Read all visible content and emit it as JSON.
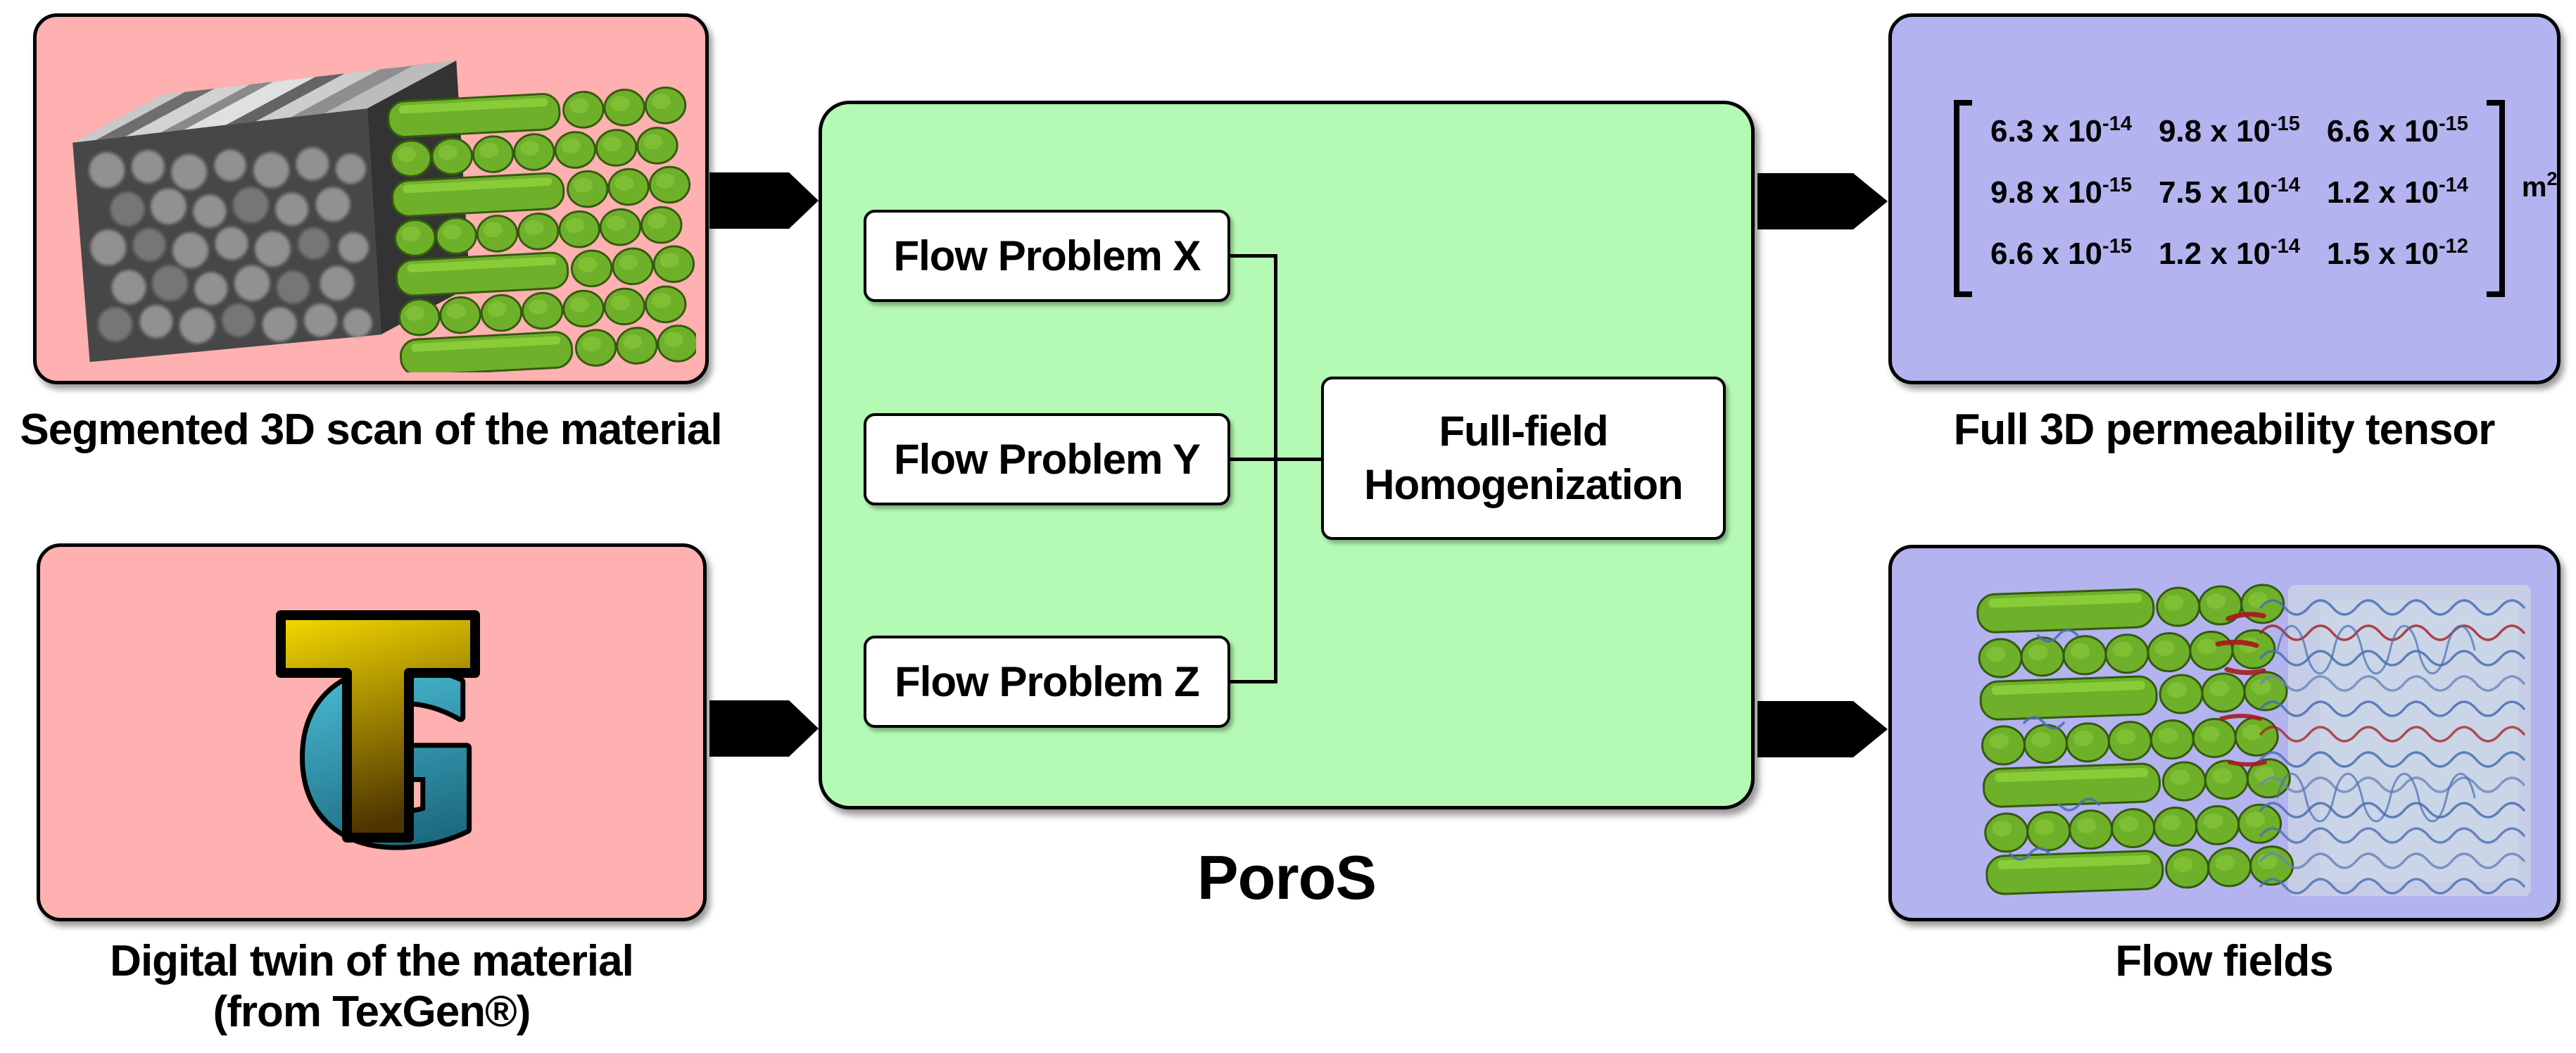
{
  "figure": {
    "inputs": {
      "scan_caption": "Segmented 3D scan of the material",
      "twin_caption_line1": "Digital twin of the material",
      "twin_caption_line2": "(from TexGen®)"
    },
    "process": {
      "flow_problems": [
        {
          "label": "Flow Problem X"
        },
        {
          "label": "Flow Problem Y"
        },
        {
          "label": "Flow Problem Z"
        }
      ],
      "homogenization_label": "Full-field Homogenization",
      "app_name": "PoroS"
    },
    "outputs": {
      "tensor_caption": "Full 3D permeability tensor",
      "flow_caption": "Flow fields",
      "tensor": {
        "rows": [
          [
            {
              "base": "6.3 x 10",
              "exp": "-14"
            },
            {
              "base": "9.8 x 10",
              "exp": "-15"
            },
            {
              "base": "6.6 x 10",
              "exp": "-15"
            }
          ],
          [
            {
              "base": "9.8 x 10",
              "exp": "-15"
            },
            {
              "base": "7.5 x 10",
              "exp": "-14"
            },
            {
              "base": "1.2 x 10",
              "exp": "-14"
            }
          ],
          [
            {
              "base": "6.6 x 10",
              "exp": "-15"
            },
            {
              "base": "1.2 x 10",
              "exp": "-14"
            },
            {
              "base": "1.5 x 10",
              "exp": "-12"
            }
          ]
        ],
        "unit_base": "m",
        "unit_exp": "2"
      }
    },
    "colors": {
      "input_box": "#ffb0b0",
      "process_box": "#b4fab4",
      "output_box": "#b3b3ef",
      "arrow": "#000000",
      "texgen_gold": "#e8c400",
      "texgen_teal": "#2da8c8",
      "fiber_green": "#6fb02a",
      "streamline_blue": "#4a6fb0",
      "streamline_red": "#a51c1c"
    }
  }
}
